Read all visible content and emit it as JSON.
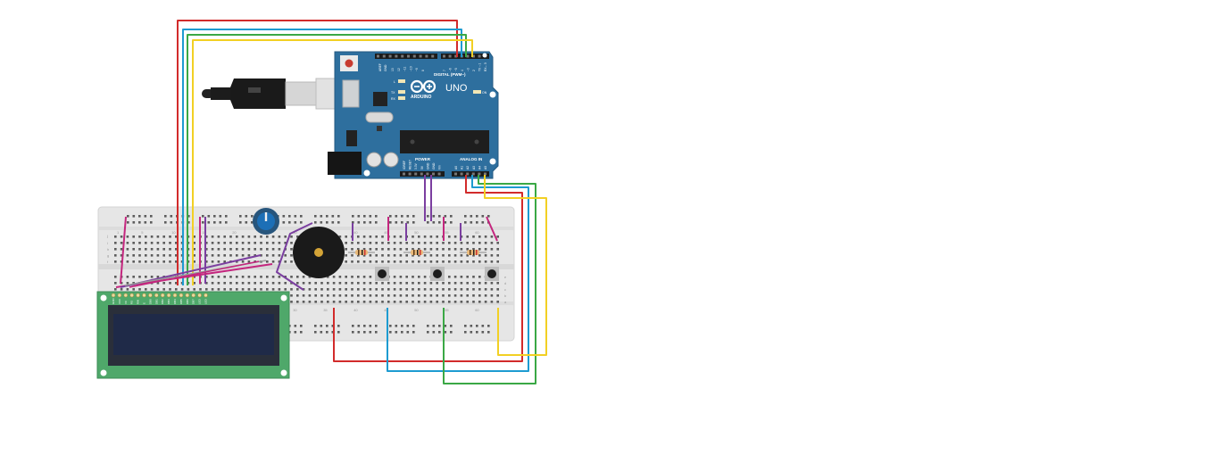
{
  "board": {
    "brand": "ARDUINO",
    "model": "UNO",
    "digital_label": "DIGITAL (PWM~)",
    "power_label": "POWER",
    "analog_label": "ANALOG IN",
    "tx_label": "TX",
    "rx_label": "RX",
    "l_label": "L",
    "on_label": "ON",
    "aref_label": "AREF",
    "gnd_label": "GND",
    "digital_pins": [
      "13",
      "12",
      "~11",
      "~10",
      "~9",
      "8",
      "7",
      "~6",
      "~5",
      "4",
      "~3",
      "2",
      "TX→1",
      "RX←0"
    ],
    "power_pins": [
      "IOREF",
      "RESET",
      "3.3V",
      "5V",
      "GND",
      "GND",
      "Vin"
    ],
    "analog_pins": [
      "A0",
      "A1",
      "A2",
      "A3",
      "A4",
      "A5"
    ]
  },
  "breadboard": {
    "row_letters_top": [
      "j",
      "i",
      "h",
      "g",
      "f"
    ],
    "row_letters_bottom": [
      "e",
      "d",
      "c",
      "b",
      "a"
    ],
    "column_numbers": [
      "1",
      "5",
      "10",
      "15",
      "20",
      "25",
      "30",
      "35",
      "40",
      "45",
      "50",
      "55",
      "60"
    ]
  },
  "lcd": {
    "pin_labels": [
      "GND",
      "VCC",
      "V0",
      "RS",
      "RW",
      "E",
      "DB0",
      "DB1",
      "DB2",
      "DB3",
      "DB4",
      "DB5",
      "DB6",
      "DB7",
      "LED",
      "LED"
    ]
  },
  "colors": {
    "board": "#2e6f9e",
    "breadboard": "#e6e6e6",
    "lcd_pcb": "#4fa86a",
    "lcd_screen": "#1f2a48",
    "wire_red": "#d22b2b",
    "wire_blue": "#1d9bd1",
    "wire_green": "#3aa845",
    "wire_yellow": "#f2d024",
    "wire_purple": "#7b3fa0",
    "wire_magenta": "#c4267e",
    "resistor": "#e8b97a"
  }
}
